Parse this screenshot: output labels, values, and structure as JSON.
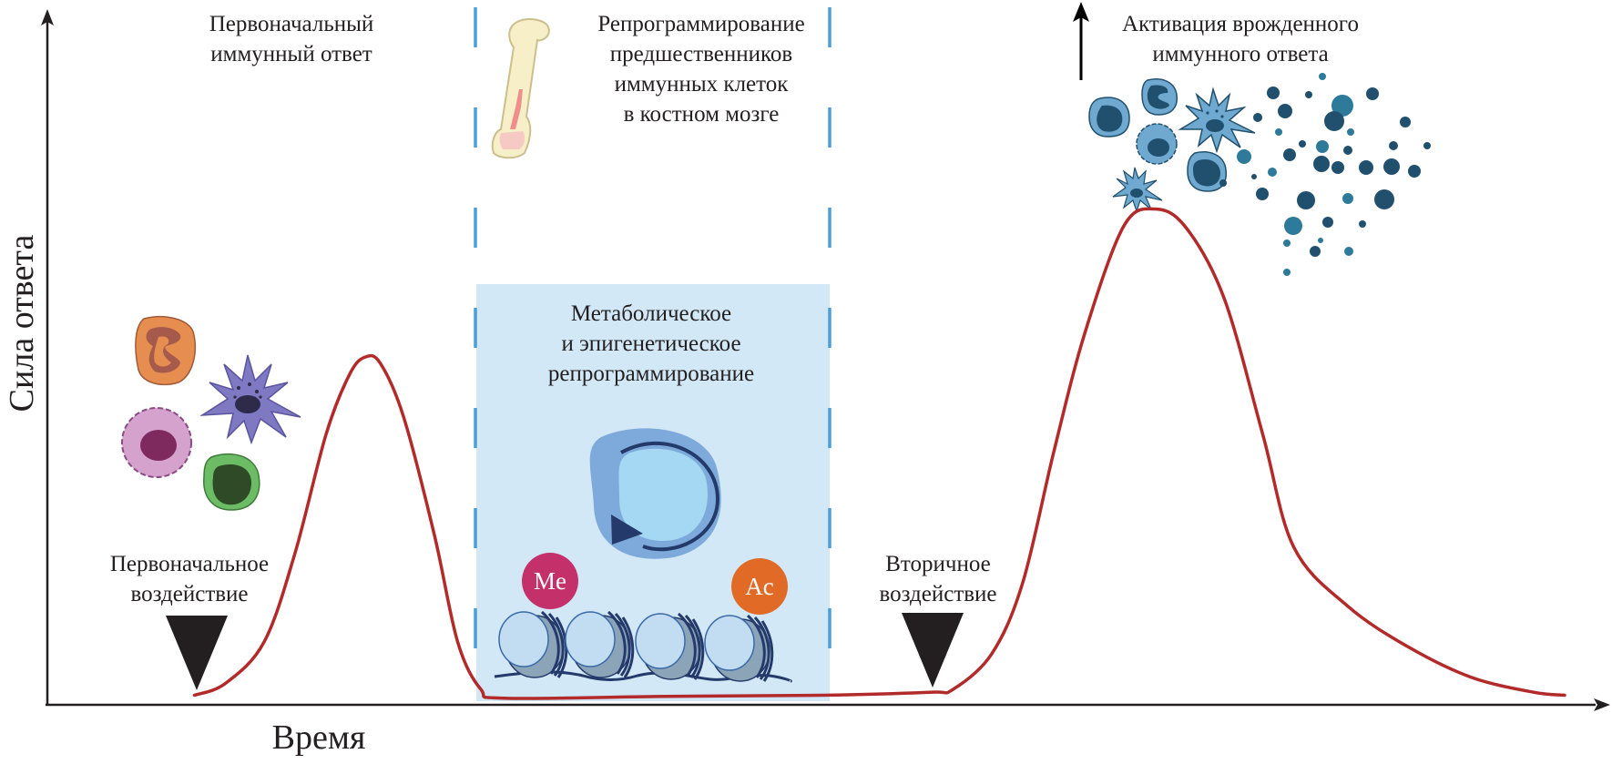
{
  "chart_data": {
    "type": "line",
    "title": "",
    "xlabel": "Время",
    "ylabel": "Сила ответа",
    "x_range": [
      0,
      100
    ],
    "y_range": [
      0,
      100
    ],
    "grid": false,
    "series": [
      {
        "name": "immune-response",
        "color": "#b22a2a",
        "points": [
          [
            9.5,
            1
          ],
          [
            11.5,
            3
          ],
          [
            14,
            10
          ],
          [
            16,
            25
          ],
          [
            18,
            45
          ],
          [
            19.5,
            55
          ],
          [
            20.5,
            58
          ],
          [
            21.5,
            57
          ],
          [
            23,
            48
          ],
          [
            25,
            28
          ],
          [
            26.5,
            10
          ],
          [
            28,
            2
          ],
          [
            29.5,
            0.5
          ],
          [
            40,
            0.8
          ],
          [
            50,
            1
          ],
          [
            57,
            1.5
          ],
          [
            58.5,
            2
          ],
          [
            61,
            8
          ],
          [
            63,
            20
          ],
          [
            65,
            42
          ],
          [
            67,
            62
          ],
          [
            69.5,
            80
          ],
          [
            71.5,
            83
          ],
          [
            73.5,
            80
          ],
          [
            76,
            68
          ],
          [
            78.5,
            45
          ],
          [
            80.5,
            26
          ],
          [
            84,
            16
          ],
          [
            88,
            9
          ],
          [
            92,
            4
          ],
          [
            96,
            1.5
          ],
          [
            98,
            1
          ]
        ]
      }
    ],
    "markers": [
      {
        "type": "trigger",
        "x": 9.5,
        "label": "Первоначальное\nвоздействие"
      },
      {
        "type": "trigger",
        "x": 56.5,
        "label": "Вторичное\nвоздействие"
      }
    ],
    "regions": [
      {
        "x_start": 27.5,
        "x_end": 49.8,
        "label": "Репрограммирование\nпредшественников\nиммунных клеток\nв костном мозге",
        "style": "dashed-bounds"
      },
      {
        "x_start": 27.5,
        "x_end": 49.8,
        "label": "Метаболическое\nи эпигенетическое\nрепрограммирование",
        "style": "shaded"
      }
    ],
    "annotations": [
      {
        "x": 15,
        "label": "Первоначальный\nиммунный ответ"
      },
      {
        "x": 75,
        "label": "Активация врожденного\nиммунного ответа",
        "arrow": "up"
      }
    ]
  },
  "labels": {
    "y_axis": "Сила ответа",
    "x_axis": "Время",
    "initial_response": "Первоначальный\nиммунный ответ",
    "bone_marrow": "Репрограммирование\nпредшественников\nиммунных клеток\nв костном мозге",
    "metabolic": "Метаболическое\nи эпигенетическое\nрепрограммирование",
    "innate_activation": "Активация врожденного\nиммунного ответа",
    "initial_trigger": "Первоначальное\nвоздействие",
    "secondary_trigger": "Вторичное\nвоздействие",
    "methyl": "Me",
    "acetyl": "Ac"
  },
  "colors": {
    "curve": "#b22a2a",
    "axis": "#231f20",
    "dash": "#4a9fd8",
    "shade": "#d2e8f7",
    "methyl": "#c4306a",
    "acetyl": "#e06a26",
    "cell_dark": "#21506e",
    "cell_light": "#6fa9cf",
    "cytokine_light": "#2e7a9a"
  }
}
